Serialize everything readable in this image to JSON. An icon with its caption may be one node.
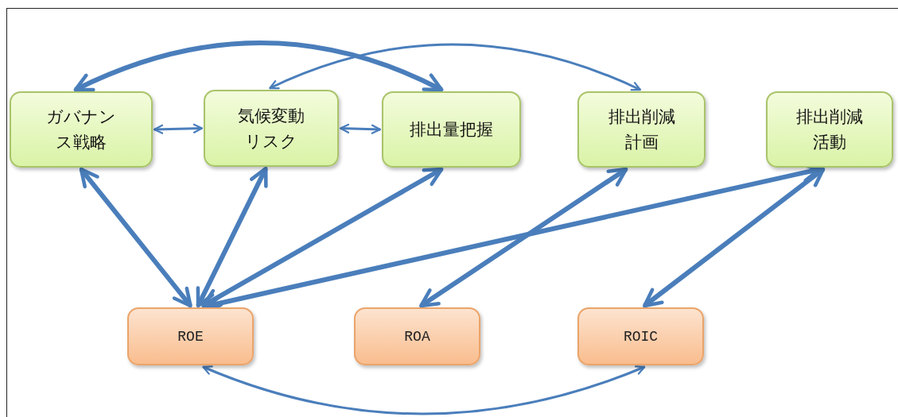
{
  "diagram": {
    "nodes": [
      {
        "text": [
          "ガバナンス戦略"
        ]
      },
      {
        "text": [
          "気候変動リスク"
        ]
      },
      {
        "text": [
          "排出量把握"
        ]
      },
      {
        "text": [
          "排出削減計画"
        ]
      },
      {
        "text": [
          "排出削減活動"
        ]
      },
      {
        "text": [
          "ROE"
        ]
      },
      {
        "text": [
          "ROA"
        ]
      },
      {
        "text": [
          "ROIC"
        ]
      }
    ],
    "edges": [
      {
        "from": 0,
        "to": 1,
        "arrow": "both"
      },
      {
        "from": 1,
        "to": 2,
        "arrow": "both"
      },
      {
        "from": 0,
        "to": 2,
        "arrow": "both"
      },
      {
        "from": 1,
        "to": 3,
        "arrow": "both"
      },
      {
        "from": 0,
        "to": 5,
        "arrow": "both"
      },
      {
        "from": 1,
        "to": 5,
        "arrow": "both"
      },
      {
        "from": 2,
        "to": 5,
        "arrow": "both"
      },
      {
        "from": 4,
        "to": 5,
        "arrow": "both"
      },
      {
        "from": 3,
        "to": 6,
        "arrow": "both"
      },
      {
        "from": 4,
        "to": 7,
        "arrow": "both"
      },
      {
        "from": 5,
        "to": 7,
        "arrow": "both"
      }
    ]
  }
}
